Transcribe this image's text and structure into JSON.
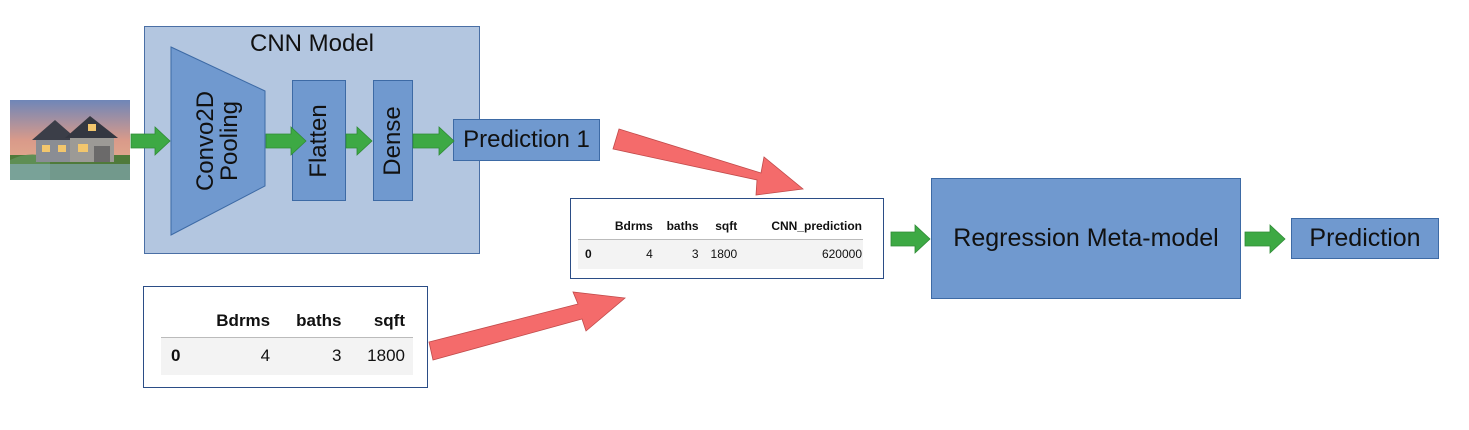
{
  "cnn_model": {
    "title": "CNN Model",
    "conv_label_line1": "Convo2D",
    "conv_label_line2": "Pooling",
    "flatten_label": "Flatten",
    "dense_label": "Dense"
  },
  "prediction1_label": "Prediction 1",
  "meta_model_label": "Regression Meta-model",
  "final_prediction_label": "Prediction",
  "input_table": {
    "headers": [
      "",
      "Bdrms",
      "baths",
      "sqft"
    ],
    "row": [
      "0",
      "4",
      "3",
      "1800"
    ]
  },
  "combined_table": {
    "headers": [
      "",
      "Bdrms",
      "baths",
      "sqft",
      "CNN_prediction"
    ],
    "row": [
      "0",
      "4",
      "3",
      "1800",
      "620000"
    ]
  },
  "colors": {
    "cnn_background": "#b3c6e0",
    "block_fill": "#7099cf",
    "green_arrow": "#3da944",
    "red_arrow": "#f46b6b"
  }
}
